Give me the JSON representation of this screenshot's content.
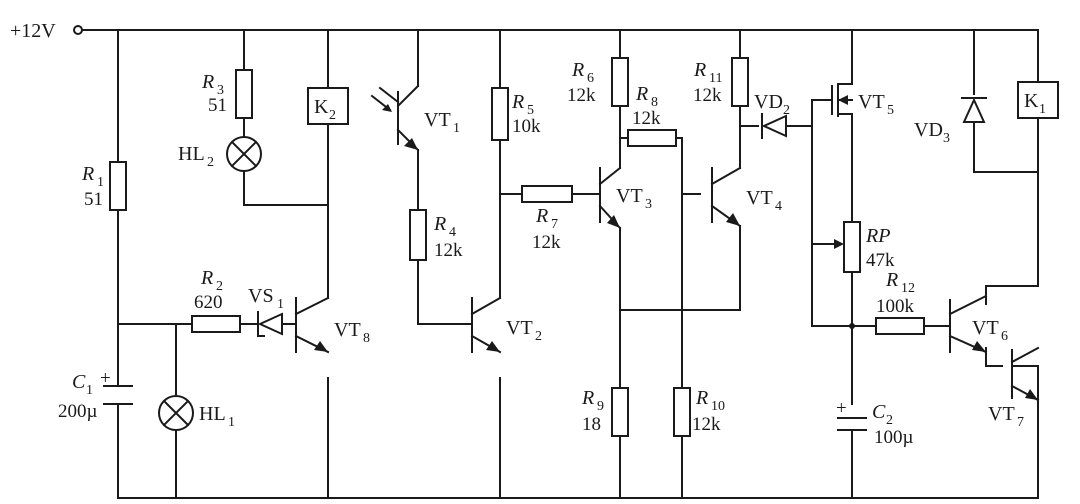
{
  "supply": {
    "label": "+12V"
  },
  "components": {
    "R1": {
      "ref": "R",
      "sub": "1",
      "value": "51"
    },
    "R2": {
      "ref": "R",
      "sub": "2",
      "value": "620"
    },
    "R3": {
      "ref": "R",
      "sub": "3",
      "value": "51"
    },
    "R4": {
      "ref": "R",
      "sub": "4",
      "value": "12k"
    },
    "R5": {
      "ref": "R",
      "sub": "5",
      "value": "10k"
    },
    "R6": {
      "ref": "R",
      "sub": "6",
      "value": "12k"
    },
    "R7": {
      "ref": "R",
      "sub": "7",
      "value": "12k"
    },
    "R8": {
      "ref": "R",
      "sub": "8",
      "value": "12k"
    },
    "R9": {
      "ref": "R",
      "sub": "9",
      "value": "18"
    },
    "R10": {
      "ref": "R",
      "sub": "10",
      "value": "12k"
    },
    "R11": {
      "ref": "R",
      "sub": "11",
      "value": "12k"
    },
    "R12": {
      "ref": "R",
      "sub": "12",
      "value": "100k"
    },
    "RP": {
      "ref": "RP",
      "value": "47k"
    },
    "C1": {
      "ref": "C",
      "sub": "1",
      "value": "200µ"
    },
    "C2": {
      "ref": "C",
      "sub": "2",
      "value": "100µ"
    },
    "HL1": {
      "ref": "HL",
      "sub": "1"
    },
    "HL2": {
      "ref": "HL",
      "sub": "2"
    },
    "K1": {
      "ref": "K",
      "sub": "1"
    },
    "K2": {
      "ref": "K",
      "sub": "2"
    },
    "VS1": {
      "ref": "VS",
      "sub": "1"
    },
    "VD2": {
      "ref": "VD",
      "sub": "2"
    },
    "VD3": {
      "ref": "VD",
      "sub": "3"
    },
    "VT1": {
      "ref": "VT",
      "sub": "1"
    },
    "VT2": {
      "ref": "VT",
      "sub": "2"
    },
    "VT3": {
      "ref": "VT",
      "sub": "3"
    },
    "VT4": {
      "ref": "VT",
      "sub": "4"
    },
    "VT5": {
      "ref": "VT",
      "sub": "5"
    },
    "VT6": {
      "ref": "VT",
      "sub": "6"
    },
    "VT7": {
      "ref": "VT",
      "sub": "7"
    },
    "VT8": {
      "ref": "VT",
      "sub": "8"
    }
  },
  "plus_sign": "+"
}
